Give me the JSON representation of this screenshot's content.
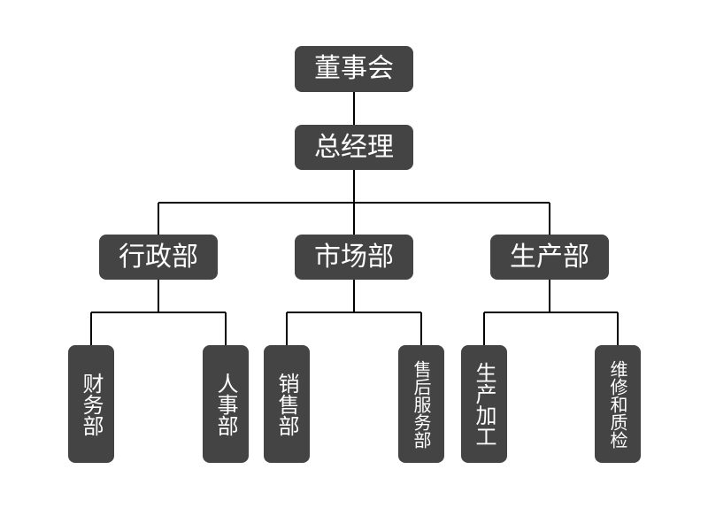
{
  "diagram": {
    "root": "董事会",
    "manager": "总经理",
    "departments": [
      {
        "name": "行政部",
        "units": [
          "财务部",
          "人事部"
        ]
      },
      {
        "name": "市场部",
        "units": [
          "销售部",
          "售后服务部"
        ]
      },
      {
        "name": "生产部",
        "units": [
          "生产加工",
          "维修和质检"
        ]
      }
    ]
  },
  "colors": {
    "node_bg": "#444444",
    "node_text": "#ffffff",
    "connector": "#000000",
    "background": "#ffffff"
  }
}
